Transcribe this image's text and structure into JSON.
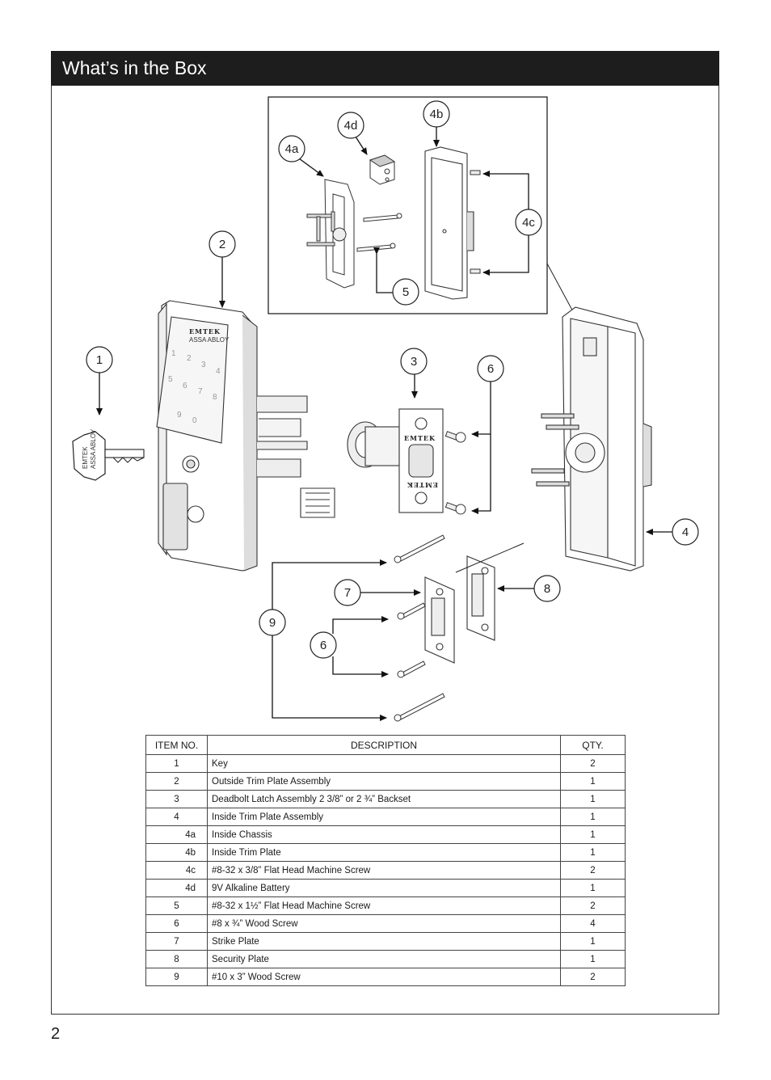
{
  "header": {
    "title": "What’s in the Box"
  },
  "diagram": {
    "callouts": [
      "1",
      "2",
      "3",
      "4",
      "4a",
      "4b",
      "4c",
      "4d",
      "5",
      "6",
      "6",
      "7",
      "8",
      "9"
    ],
    "brand_text": "EMTEK",
    "key_brand": "EMTEK",
    "key_sub": "ASSA ABLOY",
    "keypad_sub": "ASSA ABLOY",
    "keypad_digits": [
      "1",
      "2",
      "3",
      "4",
      "5",
      "6",
      "7",
      "8",
      "9",
      "0"
    ]
  },
  "table": {
    "headers": {
      "item": "ITEM NO.",
      "description": "DESCRIPTION",
      "qty": "QTY."
    },
    "rows": [
      {
        "item": "1",
        "description": "Key",
        "qty": "2"
      },
      {
        "item": "2",
        "description": "Outside Trim Plate Assembly",
        "qty": "1"
      },
      {
        "item": "3",
        "description": "Deadbolt Latch Assembly 2 3/8” or 2 ¾” Backset",
        "qty": "1"
      },
      {
        "item": "4",
        "description": "Inside Trim Plate Assembly",
        "qty": "1"
      },
      {
        "item": "4a",
        "description": "Inside Chassis",
        "qty": "1"
      },
      {
        "item": "4b",
        "description": "Inside Trim Plate",
        "qty": "1"
      },
      {
        "item": "4c",
        "description": "#8-32 x 3/8” Flat Head Machine Screw",
        "qty": "2"
      },
      {
        "item": "4d",
        "description": "9V Alkaline Battery",
        "qty": "1"
      },
      {
        "item": "5",
        "description": "#8-32 x 1½” Flat Head Machine Screw",
        "qty": "2"
      },
      {
        "item": "6",
        "description": "#8 x ¾” Wood Screw",
        "qty": "4"
      },
      {
        "item": "7",
        "description": "Strike Plate",
        "qty": "1"
      },
      {
        "item": "8",
        "description": "Security Plate",
        "qty": "1"
      },
      {
        "item": "9",
        "description": "#10 x 3” Wood Screw",
        "qty": "2"
      }
    ]
  },
  "page_number": "2"
}
